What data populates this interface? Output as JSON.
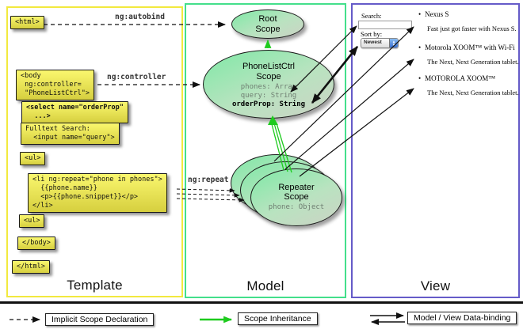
{
  "colors": {
    "template_border": "#f2e93e",
    "model_border": "#43df8b",
    "view_border": "#655bc8",
    "scope_fill_top": "#8fe7ad",
    "scope_fill_bottom": "#ccd3c5",
    "code_box_fill": "#f0ed5a",
    "inheritance_green": "#1ecb1e",
    "arrow_black": "#111111"
  },
  "columns": {
    "template_label": "Template",
    "model_label": "Model",
    "view_label": "View"
  },
  "annotations": {
    "autobind": "ng:autobind",
    "controller": "ng:controller",
    "repeat": "ng:repeat"
  },
  "template": {
    "html_open": "<html>",
    "body_open": "<body\n ng:controller=\n \"PhoneListCtrl\">",
    "select": "<select name=\"orderProp\"\n  ...>",
    "fulltext": "Fulltext Search:\n  <input name=\"query\">",
    "ul_open": "<ul>",
    "li_repeat": "<li ng:repeat=\"phone in phones\">\n  {{phone.name}}\n  <p>{{phone.snippet}}</p>\n</li>",
    "ul_close": "<ul>",
    "body_close": "</body>",
    "html_close": "</html>"
  },
  "model": {
    "root_scope_title": "Root\nScope",
    "phonelist_title": "PhoneListCtrl\nScope",
    "phonelist_props": "phones: Array\nquery: String",
    "phonelist_prop_bold": "orderProp: String",
    "repeater_title": "Repeater\nScope",
    "repeater_prop": "phone: Object"
  },
  "view": {
    "search_label": "Search:",
    "sort_label": "Sort by:",
    "sort_value": "Newest",
    "sort_up_icon": "▲",
    "sort_down_icon": "▼",
    "bullet": "•",
    "items": [
      {
        "title": "Nexus S",
        "desc": "Fast just got faster with Nexus S."
      },
      {
        "title": "Motorola XOOM™ with Wi-Fi",
        "desc": "The Next, Next Generation tablet."
      },
      {
        "title": "MOTOROLA XOOM™",
        "desc": "The Next, Next Generation tablet."
      }
    ]
  },
  "legend": {
    "implicit": "Implicit Scope Declaration",
    "inheritance": "Scope Inheritance",
    "databinding": "Model / View Data-binding"
  }
}
